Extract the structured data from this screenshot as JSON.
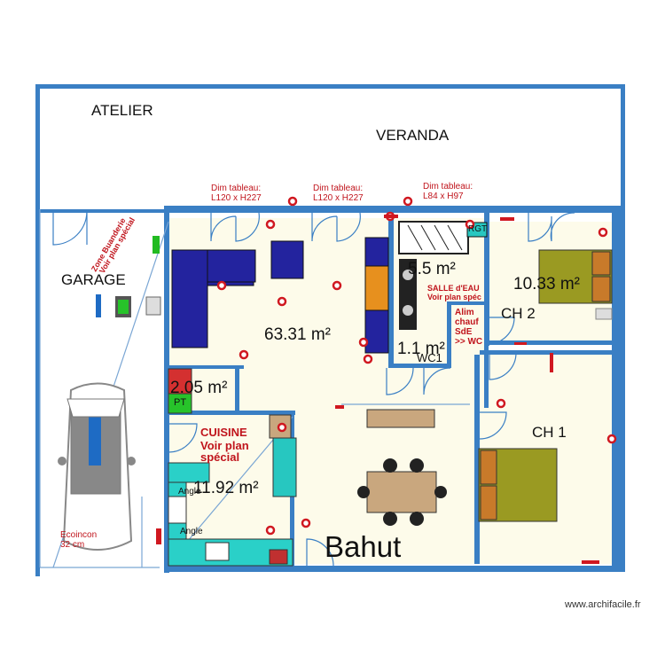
{
  "rooms": {
    "atelier": "ATELIER",
    "veranda": "VERANDA",
    "garage": "GARAGE",
    "ch2": "CH 2",
    "ch1": "CH 1",
    "wc": "WC1",
    "cuisine_title": "CUISINE",
    "cuisine_note1": "Voir plan",
    "cuisine_note2": "spécial",
    "bahut": "Bahut"
  },
  "areas": {
    "living": "63.31 m²",
    "ch2": "10.33 m²",
    "sde": "5.5 m²",
    "wc": "1.1 m²",
    "cellier": "2.05 m²",
    "cuisine": "11.92 m²"
  },
  "annotations": {
    "dim1_line1": "Dim tableau:",
    "dim1_line2": "L120 x H227",
    "dim2_line1": "Dim tableau:",
    "dim2_line2": "L120 x H227",
    "dim3_line1": "Dim tableau:",
    "dim3_line2": "L84 x H97",
    "sde_line1": "SALLE d'EAU",
    "sde_line2": "Voir plan spéc",
    "alim1": "Alim",
    "alim2": "chauf",
    "alim3": "SdE",
    "alim4": ">> WC",
    "zone1": "Zone Buanderie",
    "zone2": "Voir plan spécial",
    "ecoincon1": "Ecoincon",
    "ecoincon2": "32 cm",
    "angle1": "Angle",
    "angle2": "Angle",
    "pt": "PT",
    "rgt": "RGT"
  },
  "watermark": "www.archifacile.fr",
  "colors": {
    "wall": "#3a7fc4",
    "sofa": "#23239e",
    "bed": "#9a9a22",
    "pillow": "#c87a2a",
    "kitchen_counter": "#2ad0c8",
    "island": "#27c7c0",
    "table": "#c9a77e",
    "marker": "#d01820",
    "room_fill": "#fdfbea"
  }
}
